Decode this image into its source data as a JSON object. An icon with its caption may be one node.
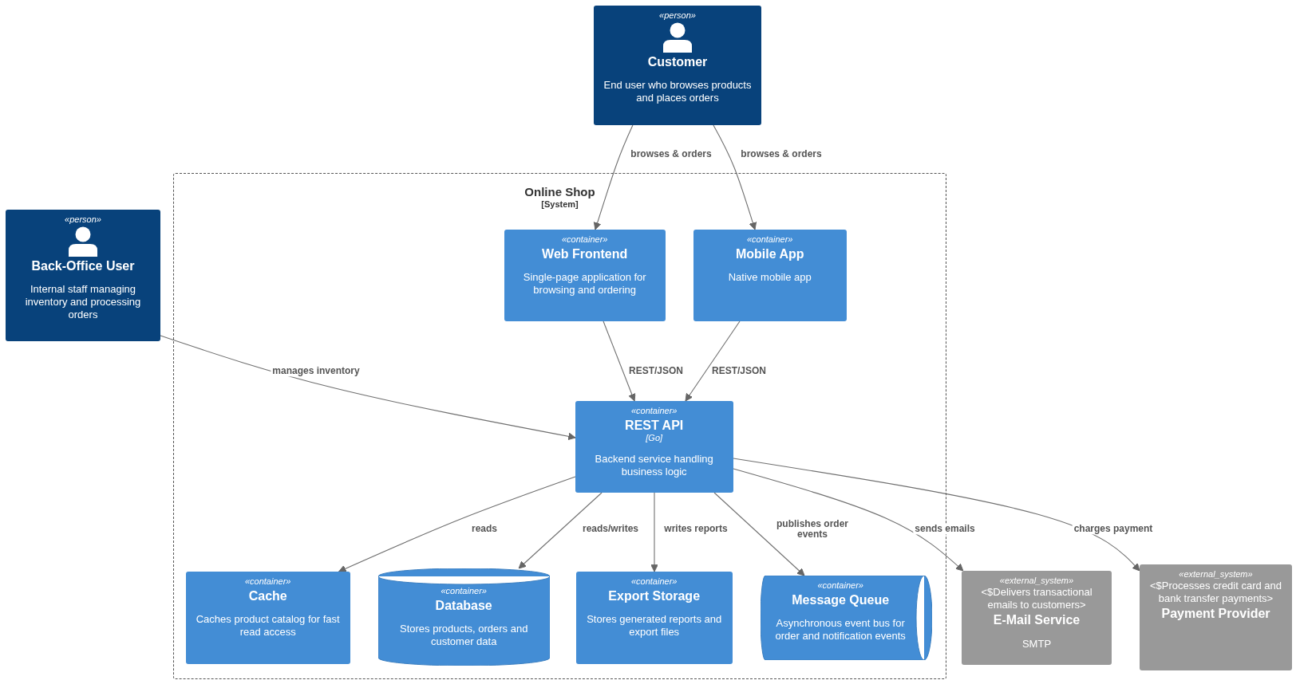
{
  "diagram": {
    "nodes": [
      {
        "text": [
          "«person»",
          "Customer",
          "End user who browses products and places orders"
        ]
      },
      {
        "text": [
          "Online Shop",
          "[System]"
        ]
      },
      {
        "text": [
          "«person»",
          "Back-Office User",
          "Internal staff managing inventory and processing orders"
        ]
      },
      {
        "text": [
          "«container»",
          "Web Frontend",
          "Single-page application for browsing and ordering"
        ],
        "in": 1
      },
      {
        "text": [
          "«container»",
          "Mobile App",
          "Native mobile app"
        ],
        "in": 1
      },
      {
        "text": [
          "«container»",
          "REST API",
          "[Go]",
          "Backend service handling business logic"
        ],
        "in": 1
      },
      {
        "text": [
          "«container»",
          "Cache",
          "Caches product catalog for fast read access"
        ],
        "in": 1
      },
      {
        "text": [
          "«container»",
          "Database",
          "Stores products, orders and customer data"
        ],
        "in": 1
      },
      {
        "text": [
          "«container»",
          "Export Storage",
          "Stores generated reports and export files"
        ],
        "in": 1
      },
      {
        "text": [
          "«container»",
          "Message Queue",
          "Asynchronous event bus for order and notification events"
        ],
        "in": 1
      },
      {
        "text": [
          "«external_system»",
          "<$Delivers transactional emails to customers>",
          "E-Mail Service",
          "SMTP"
        ]
      },
      {
        "text": [
          "«external_system»",
          "<$Processes credit card and bank transfer payments>",
          "Payment Provider"
        ]
      }
    ],
    "edges": [
      {
        "from": 0,
        "to": 3,
        "arrow": "to",
        "label": "browses & orders"
      },
      {
        "from": 0,
        "to": 4,
        "arrow": "to",
        "label": "browses & orders"
      },
      {
        "from": 2,
        "to": 5,
        "arrow": "to",
        "label": "manages inventory"
      },
      {
        "from": 3,
        "to": 5,
        "arrow": "to",
        "label": "REST/JSON"
      },
      {
        "from": 4,
        "to": 5,
        "arrow": "to",
        "label": "REST/JSON"
      },
      {
        "from": 5,
        "to": 6,
        "arrow": "to",
        "label": "reads"
      },
      {
        "from": 5,
        "to": 7,
        "arrow": "to",
        "label": "reads/writes"
      },
      {
        "from": 5,
        "to": 8,
        "arrow": "to",
        "label": "writes reports"
      },
      {
        "from": 5,
        "to": 9,
        "arrow": "to",
        "label": "publishes order events"
      },
      {
        "from": 5,
        "to": 10,
        "arrow": "to",
        "label": "sends emails"
      },
      {
        "from": 5,
        "to": 11,
        "arrow": "to",
        "label": "charges payment"
      }
    ]
  }
}
